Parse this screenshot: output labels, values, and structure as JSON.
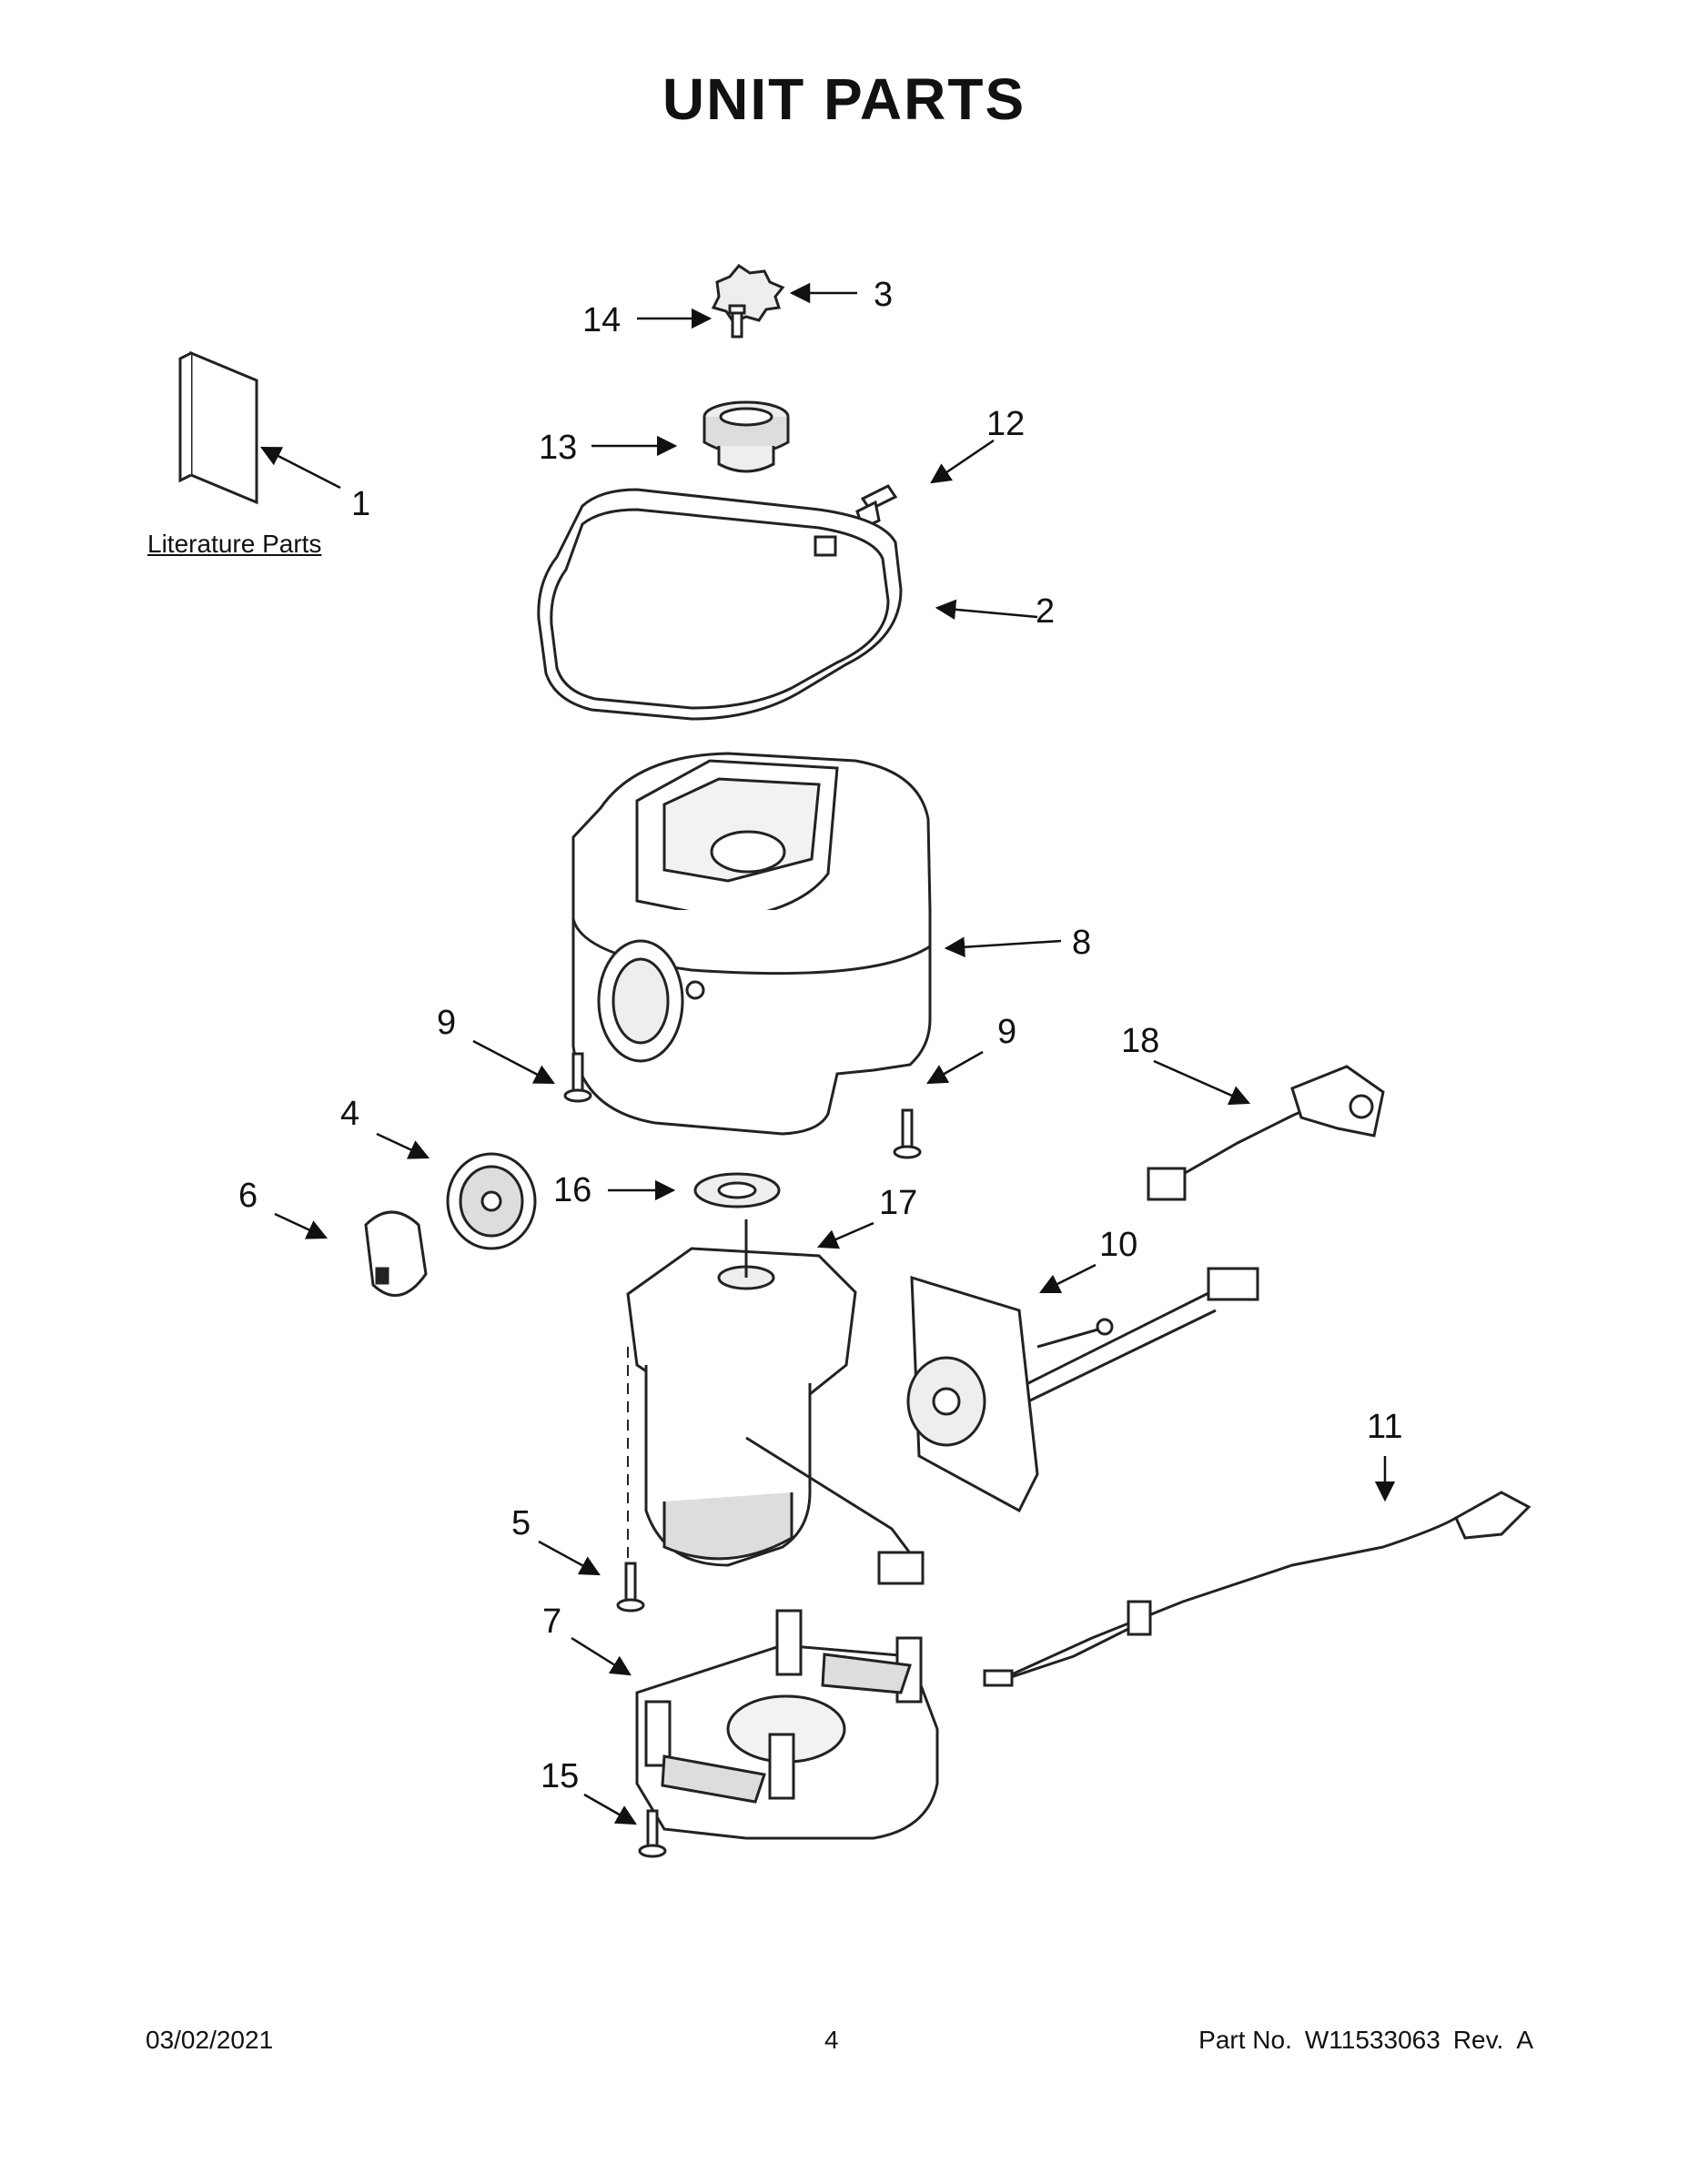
{
  "title": "UNIT PARTS",
  "literature_label": "Literature Parts",
  "callouts": {
    "p1": "1",
    "p2": "2",
    "p3": "3",
    "p4": "4",
    "p5": "5",
    "p6": "6",
    "p7": "7",
    "p8": "8",
    "p9a": "9",
    "p9b": "9",
    "p10": "10",
    "p11": "11",
    "p12": "12",
    "p13": "13",
    "p14": "14",
    "p15": "15",
    "p16": "16",
    "p17": "17",
    "p18": "18"
  },
  "footer": {
    "date": "03/02/2021",
    "page": "4",
    "part_label": "Part No.",
    "part_no": "W11533063",
    "rev_label": "Rev.",
    "rev": "A"
  }
}
